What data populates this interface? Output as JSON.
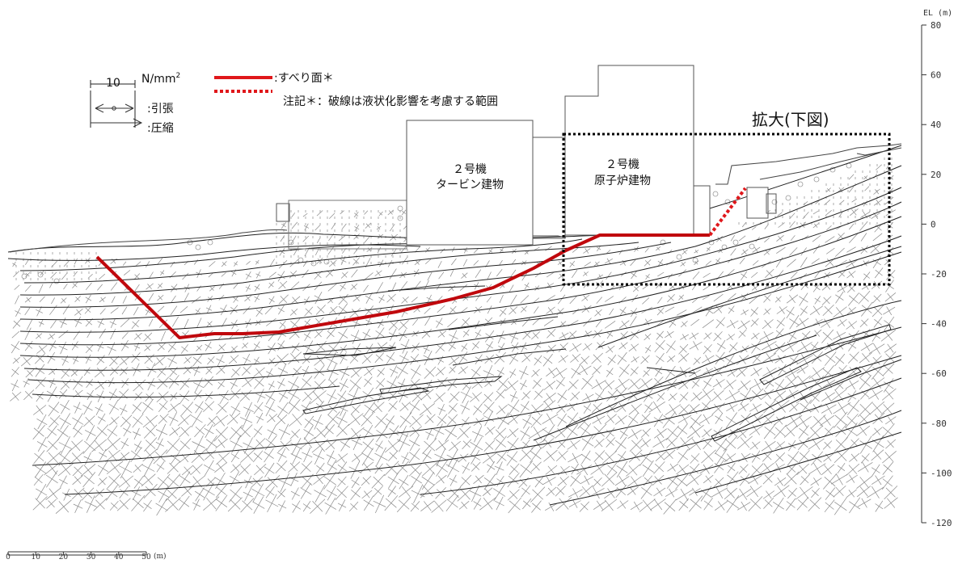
{
  "elevation_axis": {
    "label": "EL (m)",
    "ticks": [
      "80",
      "60",
      "40",
      "20",
      "0",
      "-20",
      "-40",
      "-60",
      "-80",
      "-100",
      "-120"
    ]
  },
  "legend": {
    "stress_value": "10",
    "stress_unit": "N/mm",
    "stress_unit_sup": "2",
    "tension_label": ":引張",
    "compression_label": ":圧縮",
    "slip_surface_label": ":すべり面＊",
    "note": "注記＊：破線は液状化影響を考慮する範囲",
    "slip_color": "#e0171b"
  },
  "buildings": {
    "turbine_line1": "２号機",
    "turbine_line2": "タービン建物",
    "reactor_line1": "２号機",
    "reactor_line2": "原子炉建物"
  },
  "enlarge_label": "拡大(下図)",
  "scale_bar": {
    "ticks": [
      "0",
      "10",
      "20",
      "30",
      "40",
      "50"
    ],
    "unit": "(m)"
  }
}
